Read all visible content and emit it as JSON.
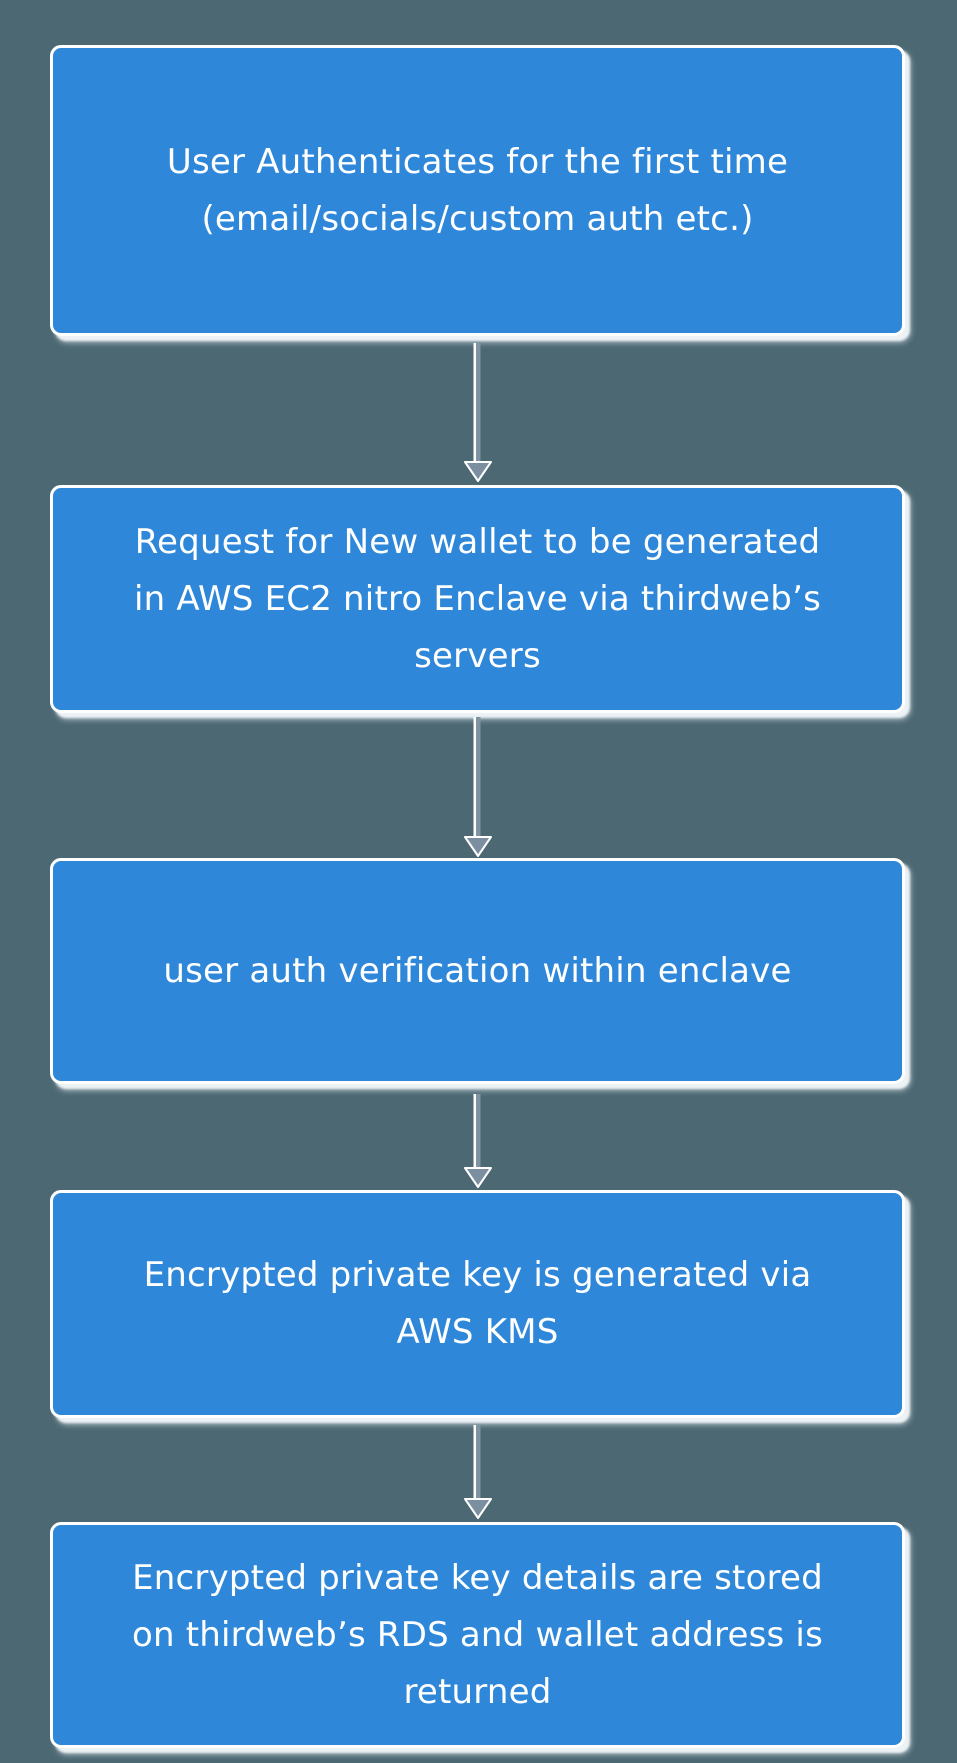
{
  "colors": {
    "background": "#4c6873",
    "node_fill": "#2e87d9",
    "node_border": "#ffffff",
    "node_text": "#ffffff",
    "arrow_line": "#8093a3",
    "arrow_head": "#7b8fa0",
    "arrow_casing": "#ffffff"
  },
  "flowchart": {
    "type": "flowchart",
    "direction": "top-down",
    "nodes": [
      {
        "id": "step-1",
        "text": "User Authenticates for the first time\n(email/socials/custom auth etc.)"
      },
      {
        "id": "step-2",
        "text": "Request for New wallet to be generated\nin AWS EC2 nitro Enclave via thirdweb’s\nservers"
      },
      {
        "id": "step-3",
        "text": "user auth verification within enclave"
      },
      {
        "id": "step-4",
        "text": "Encrypted private key is generated via\nAWS KMS"
      },
      {
        "id": "step-5",
        "text": "Encrypted private key details are stored\non thirdweb’s RDS and wallet address is\nreturned"
      }
    ],
    "edges": [
      {
        "from": "step-1",
        "to": "step-2"
      },
      {
        "from": "step-2",
        "to": "step-3"
      },
      {
        "from": "step-3",
        "to": "step-4"
      },
      {
        "from": "step-4",
        "to": "step-5"
      }
    ]
  }
}
